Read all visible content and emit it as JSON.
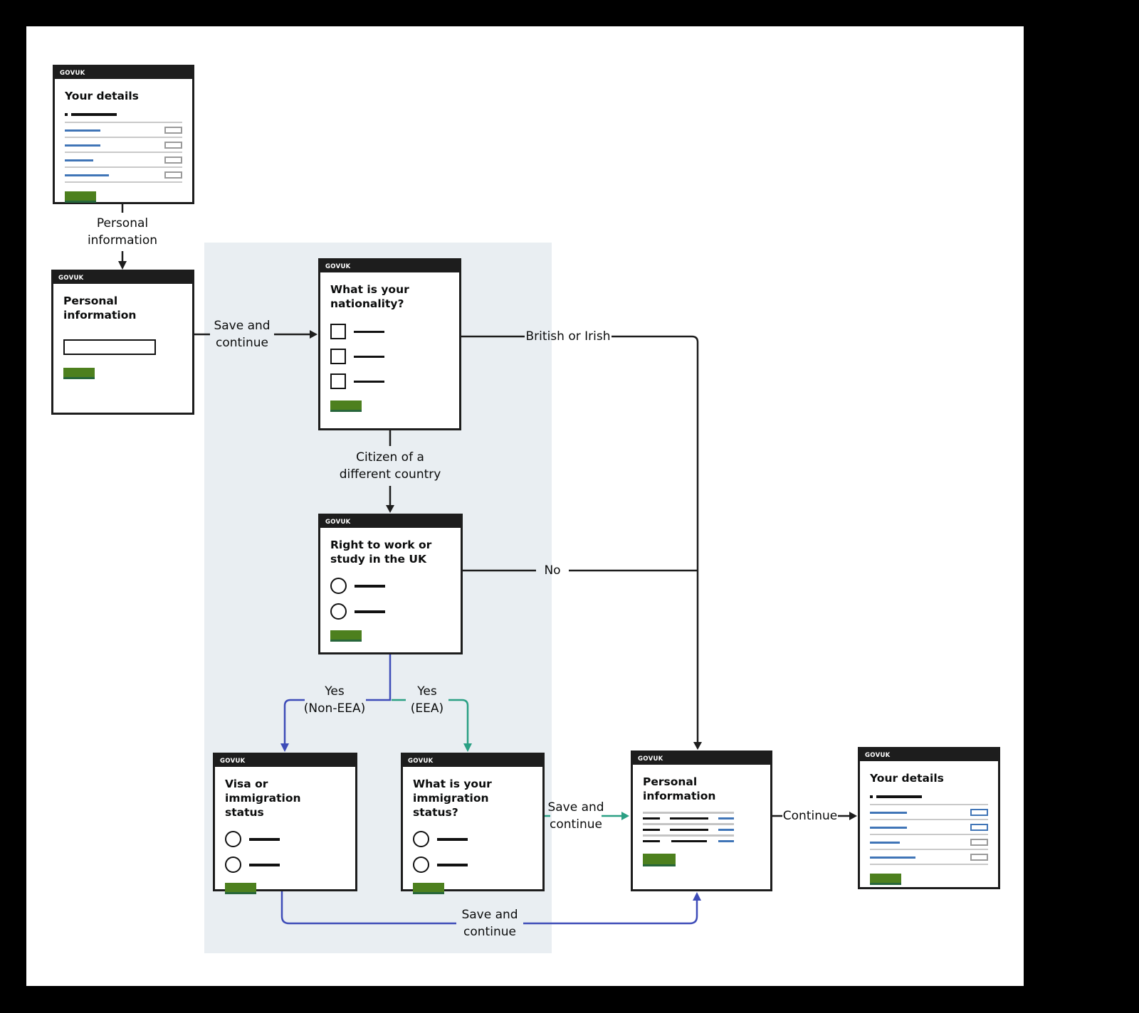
{
  "diagram": {
    "background_color": "#000000",
    "canvas_color": "#ffffff",
    "highlight_region_color": "#e9eef2",
    "colors": {
      "edge_black": "#1d1d1d",
      "edge_blue": "#3e4cb8",
      "edge_teal": "#2ba084",
      "button_green": "#4d801e",
      "link_blue": "#4075b7"
    },
    "browser_chrome_label": "GOVUK",
    "windows": {
      "your_details_start": {
        "title": "Your details"
      },
      "personal_information_left": {
        "title": "Personal information"
      },
      "nationality": {
        "title": "What is your nationality?"
      },
      "right_to_work": {
        "title": "Right to work or study in the UK"
      },
      "visa_status": {
        "title": "Visa or immigration status"
      },
      "immigration_status": {
        "title": "What is your immigration status?"
      },
      "personal_information_right": {
        "title": "Personal information"
      },
      "your_details_end": {
        "title": "Your details"
      }
    },
    "edge_labels": {
      "personal_information": "Personal\ninformation",
      "save_and_continue_1": "Save and\ncontinue",
      "british_or_irish": "British or Irish",
      "citizen_different_country": "Citizen of a\ndifferent country",
      "no": "No",
      "yes_non_eea": "Yes\n(Non-EEA)",
      "yes_eea": "Yes\n(EEA)",
      "save_and_continue_2": "Save and\ncontinue",
      "continue": "Continue",
      "save_and_continue_3": "Save and\ncontinue"
    }
  }
}
